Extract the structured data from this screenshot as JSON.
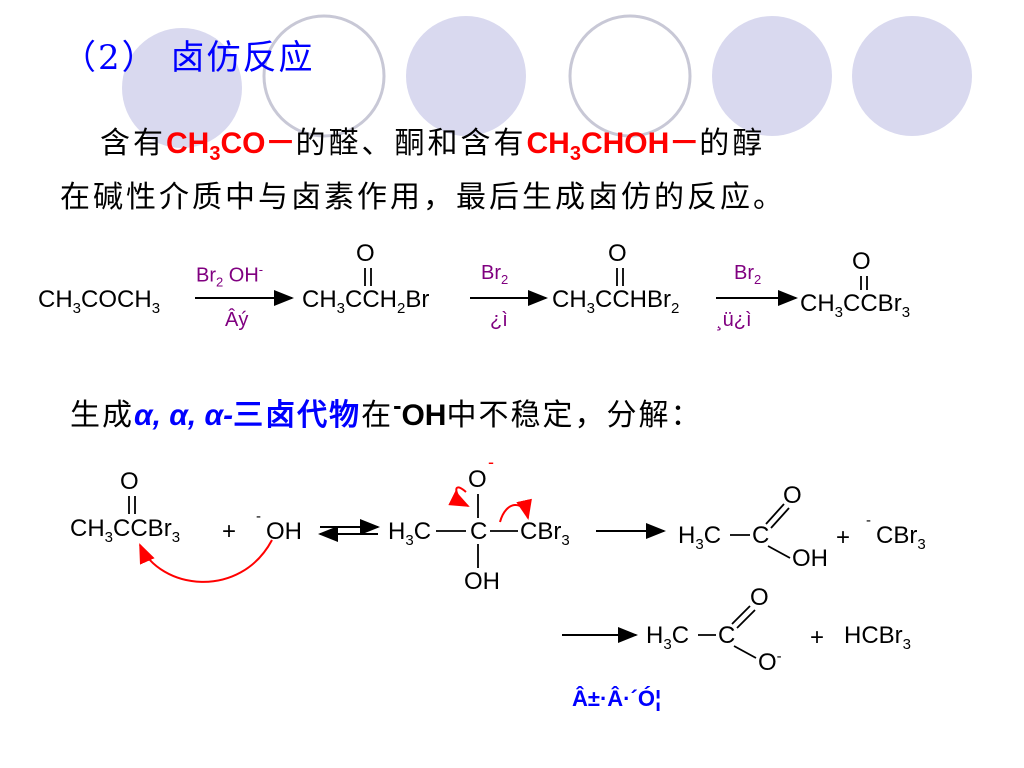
{
  "slide": {
    "title": "（2） 卤仿反应",
    "p1_pre": "含有",
    "p1_red1": "CH",
    "p1_red1_sub": "3",
    "p1_red1_post": "CO－",
    "p1_mid": "的醛、酮和含有",
    "p1_red2": "CH",
    "p1_red2_sub": "3",
    "p1_red2_post": "CHOH－",
    "p1_end": "的醇",
    "p2": "在碱性介质中与卤素作用，最后生成卤仿的反应。",
    "p3_pre": "生成",
    "p3_alpha": "α, α, α-",
    "p3_blue": "三卤代物",
    "p3_mid": "在",
    "p3_oh_sup": "-",
    "p3_oh": "OH",
    "p3_end": "中不稳定，分解：",
    "bottom_text": "Â±·Â·´Ó¦"
  },
  "reaction1": {
    "s1": "CH",
    "s1_a": "3",
    "s1_b": "COCH",
    "s1_c": "3",
    "r1_br": "Br",
    "r1_br_sub": "2",
    "r1_oh": " OH",
    "r1_oh_sup": "-",
    "r1_below": "Âý",
    "p1_o": "O",
    "p1": "CH",
    "p1_a": "3",
    "p1_b": "CCH",
    "p1_c": "2",
    "p1_d": "Br",
    "r2": "Br",
    "r2_sub": "2",
    "r2_below": "¿ì",
    "p2_o": "O",
    "p2": "CH",
    "p2_a": "3",
    "p2_b": "CCHBr",
    "p2_c": "2",
    "r3": "Br",
    "r3_sub": "2",
    "r3_below": "¸ü¿ì",
    "p3_o": "O",
    "p3": "CH",
    "p3_a": "3",
    "p3_b": "CCBr",
    "p3_c": "3"
  },
  "reaction2": {
    "a_o": "O",
    "a": "CH",
    "a_sub": "3",
    "a_b": "CCBr",
    "a_c": "3",
    "plus": "+",
    "oh_sup": "-",
    "oh": "OH",
    "int_o": "O",
    "int_o_sup": "-",
    "int_h3c": "H",
    "int_h3c_sub": "3",
    "int_c1": "C",
    "int_c": "C",
    "int_cbr": "CBr",
    "int_cbr_sub": "3",
    "int_oh": "OH",
    "acid_h3c": "H",
    "acid_sub": "3",
    "acid_c1": "C",
    "acid_c": "C",
    "acid_o": "O",
    "acid_oh": "OH",
    "plus2": "+",
    "cbr_sup": "-",
    "cbr": "CBr",
    "cbr_sub": "3",
    "salt_h3c": "H",
    "salt_sub": "3",
    "salt_c1": "C",
    "salt_c": "C",
    "salt_o": "O",
    "salt_om": "O",
    "salt_om_sup": "-",
    "plus3": "+",
    "hcbr": "HCBr",
    "hcbr_sub": "3"
  },
  "colors": {
    "title": "#0000ff",
    "highlight": "#ff0000",
    "reagent": "#800080",
    "circle": "#d9d9ef",
    "circle_stroke": "#c8c8d6"
  }
}
